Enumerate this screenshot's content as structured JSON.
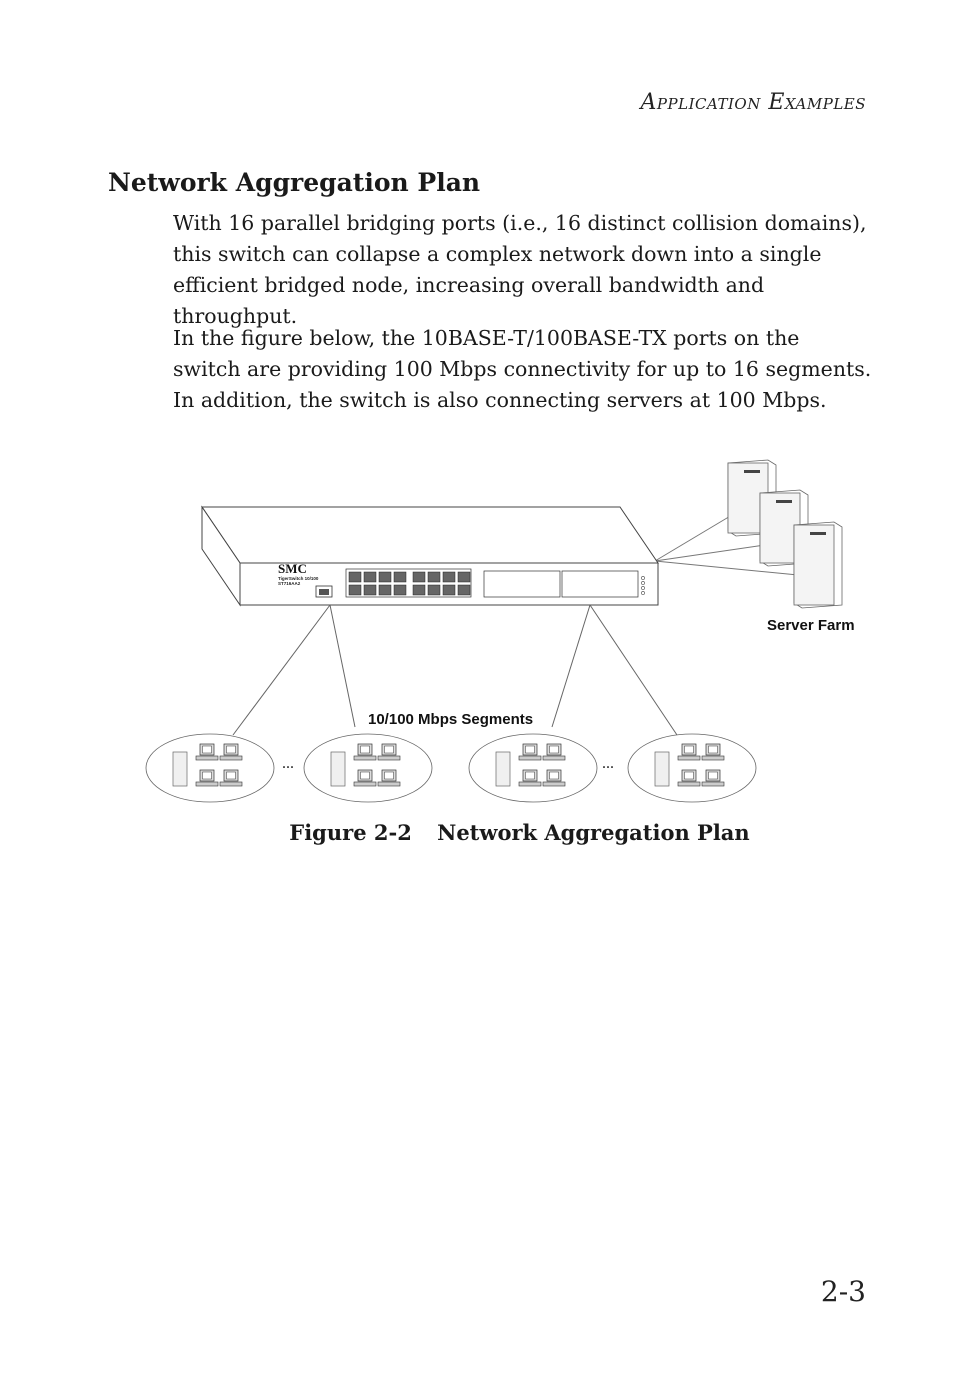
{
  "header": {
    "running_title": "Application Examples"
  },
  "section": {
    "title": "Network Aggregation Plan",
    "paragraphs": [
      "With 16 parallel bridging ports (i.e., 16 distinct collision domains), this switch can collapse a complex network down into a single efficient bridged node, increasing overall bandwidth and throughput.",
      "In the figure below, the 10BASE-T/100BASE-TX ports on the switch are providing 100 Mbps connectivity for up to 16 segments. In addition, the switch is also connecting servers at 100 Mbps."
    ]
  },
  "figure": {
    "switch_brand": "SMC",
    "switch_model_line1": "TigerSwitch 10/100",
    "switch_model_line2": "ST716AA2",
    "server_farm_label": "Server Farm",
    "segments_label": "10/100 Mbps Segments",
    "ellipsis": "...",
    "caption_number": "Figure 2-2",
    "caption_title": "Network Aggregation Plan"
  },
  "footer": {
    "page_number": "2-3"
  }
}
